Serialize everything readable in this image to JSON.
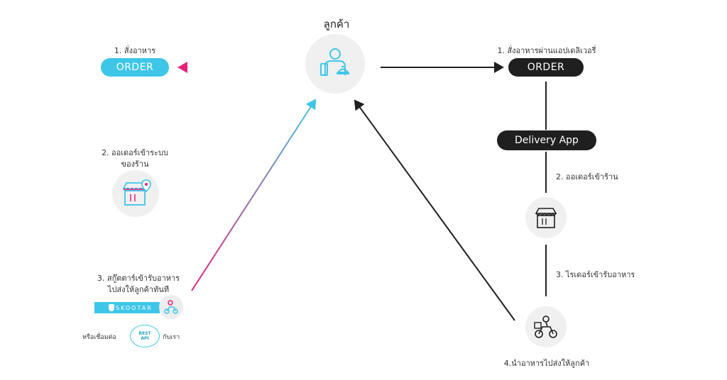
{
  "customer": {
    "label": "ลูกค้า",
    "icon": "customer-waiter-icon"
  },
  "left_flow": {
    "step1_label": "1. สั่งอาหาร",
    "order_button": "ORDER",
    "step2_label_line1": "2. ออเดอร์เข้าระบบ",
    "step2_label_line2": "ของร้าน",
    "step3_label_line1": "3. สกู๊ตตาร์เข้ารับอาหาร",
    "step3_label_line2": "ไปส่งให้ลูกค้าทันที",
    "skootar_brand": "SKOOTAR",
    "connect_prefix": "หรือเชื่อมต่อ",
    "api_line1": "REST",
    "api_line2": "API",
    "connect_suffix": "กับเรา"
  },
  "right_flow": {
    "step1_label": "1.  สั่งอาหารผ่านแอปเดลิเวอรี่",
    "order_button": "ORDER",
    "delivery_app": "Delivery App",
    "step2_label": "2. ออเดอร์เข้าร้าน",
    "step3_label": "3. ไรเดอร์เข้ารับอาหาร",
    "step4_label": "4.นำอาหารไปส่งให้ลูกค้า"
  },
  "colors": {
    "accent_blue": "#3ec6e8",
    "accent_pink": "#e8207a",
    "dark": "#1f1f1f",
    "circle_bg": "#f0f0f0"
  }
}
